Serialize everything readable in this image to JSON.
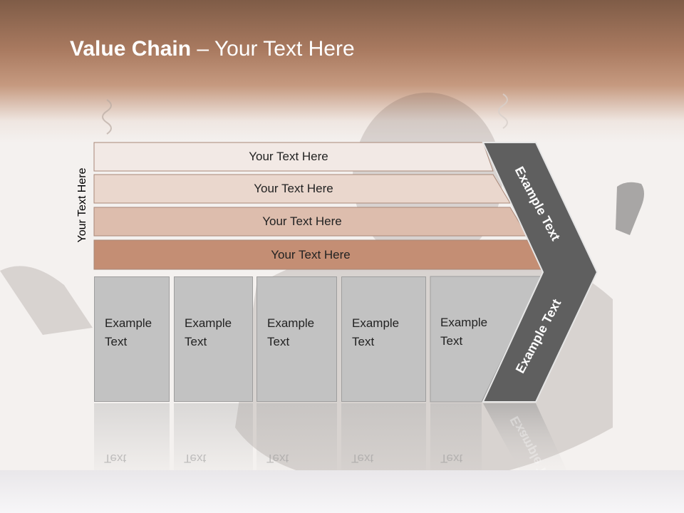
{
  "slide": {
    "title_bold": "Value Chain",
    "title_rest": " – Your Text Here",
    "side_label": "Your Text Here"
  },
  "support_rows": [
    {
      "label": "Your Text Here",
      "color": "#f2e9e5"
    },
    {
      "label": "Your Text Here",
      "color": "#ead7cd"
    },
    {
      "label": "Your Text Here",
      "color": "#ddbdad"
    },
    {
      "label": "Your Text Here",
      "color": "#c48e74"
    }
  ],
  "primary_columns": [
    {
      "line1": "Example",
      "line2": "Text"
    },
    {
      "line1": "Example",
      "line2": "Text"
    },
    {
      "line1": "Example",
      "line2": "Text"
    },
    {
      "line1": "Example",
      "line2": "Text"
    },
    {
      "line1": "Example",
      "line2": "Text"
    }
  ],
  "arrow": {
    "upper_label": "Example Text",
    "lower_label": "Example Text",
    "color": "#5f5f5f"
  }
}
